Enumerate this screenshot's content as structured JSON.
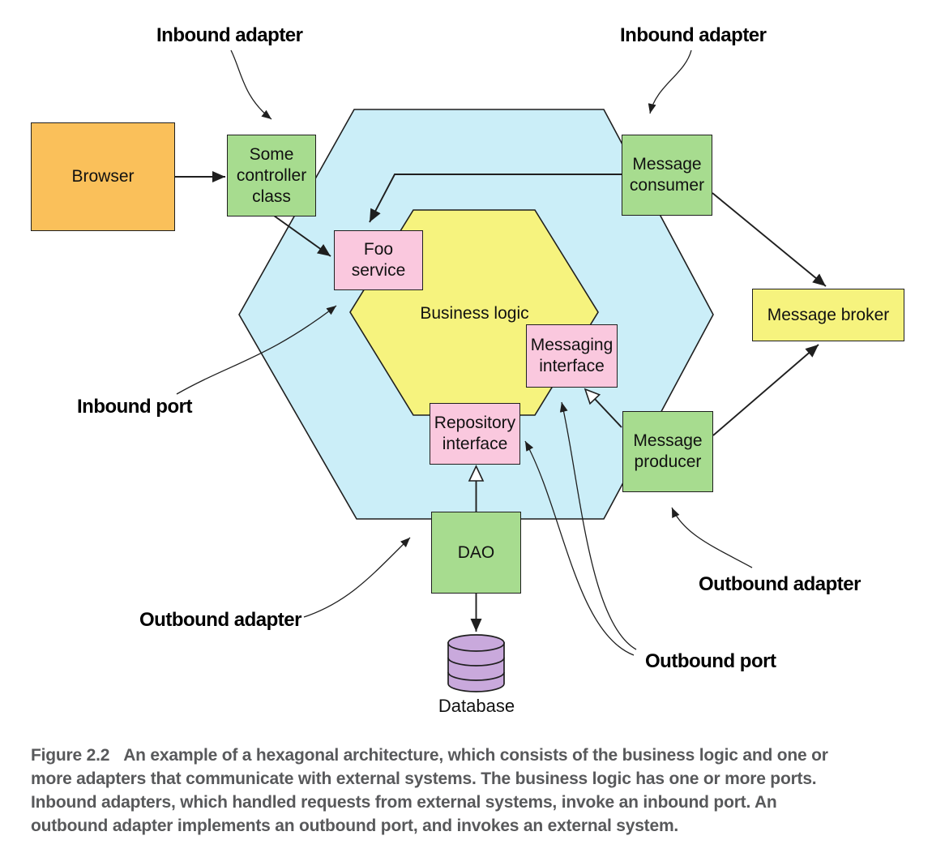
{
  "colors": {
    "orange": "#FAC05A",
    "green": "#A7DC8F",
    "pink": "#FAC8DE",
    "yellow": "#F6F37E",
    "hex_blue": "#CBEEF8",
    "purple": "#C9A9DC",
    "line": "#1F1F1F",
    "caption_text": "#58595B"
  },
  "nodes": {
    "browser": {
      "lines": [
        "Browser"
      ]
    },
    "controller": {
      "lines": [
        "Some",
        "controller",
        "class"
      ]
    },
    "message_consumer": {
      "lines": [
        "Message",
        "consumer"
      ]
    },
    "foo_service": {
      "lines": [
        "Foo",
        "service"
      ]
    },
    "business_logic": {
      "label": "Business logic"
    },
    "messaging_interface": {
      "lines": [
        "Messaging",
        "interface"
      ]
    },
    "repository_interface": {
      "lines": [
        "Repository",
        "interface"
      ]
    },
    "message_producer": {
      "lines": [
        "Message",
        "producer"
      ]
    },
    "message_broker": {
      "lines": [
        "Message broker"
      ]
    },
    "dao": {
      "lines": [
        "DAO"
      ]
    },
    "database": {
      "label": "Database"
    }
  },
  "annotations": {
    "inbound_adapter_left": "Inbound adapter",
    "inbound_adapter_right": "Inbound adapter",
    "inbound_port": "Inbound port",
    "outbound_adapter_left": "Outbound adapter",
    "outbound_adapter_right": "Outbound adapter",
    "outbound_port": "Outbound port"
  },
  "caption": {
    "figure_label": "Figure 2.2",
    "lines": [
      "An example of a hexagonal architecture, which consists of the business logic and one or",
      "more adapters that communicate with external systems. The business logic has one or more ports.",
      "Inbound adapters, which handled requests from external systems, invoke an inbound port. An",
      "outbound adapter implements an outbound port, and invokes an external system."
    ]
  }
}
